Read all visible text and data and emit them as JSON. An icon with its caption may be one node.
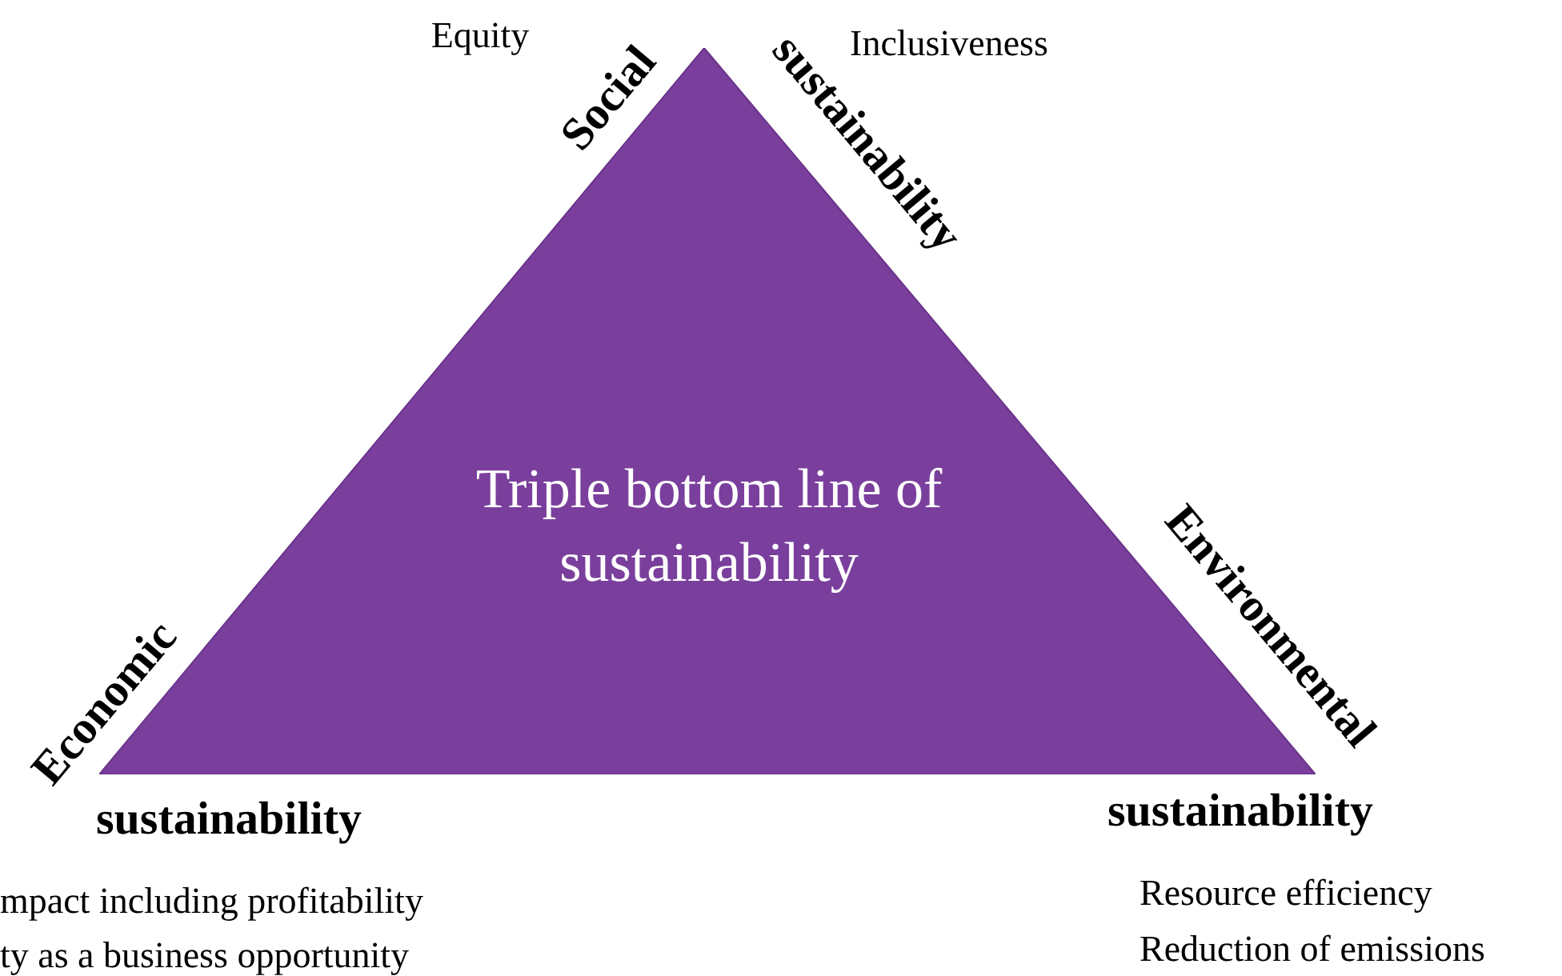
{
  "diagram": {
    "nodes": [
      {
        "text": [
          "Triple bottom line of sustainability"
        ]
      }
    ],
    "edges": [],
    "labels": [
      "Equity",
      "Social",
      "sustainability",
      "Inclusiveness",
      "Environmental",
      "Economic",
      "sustainability",
      "sustainability",
      "mpact including profitability",
      "Resource efficiency",
      "ty as a business opportunity",
      "Reduction of emissions"
    ]
  }
}
